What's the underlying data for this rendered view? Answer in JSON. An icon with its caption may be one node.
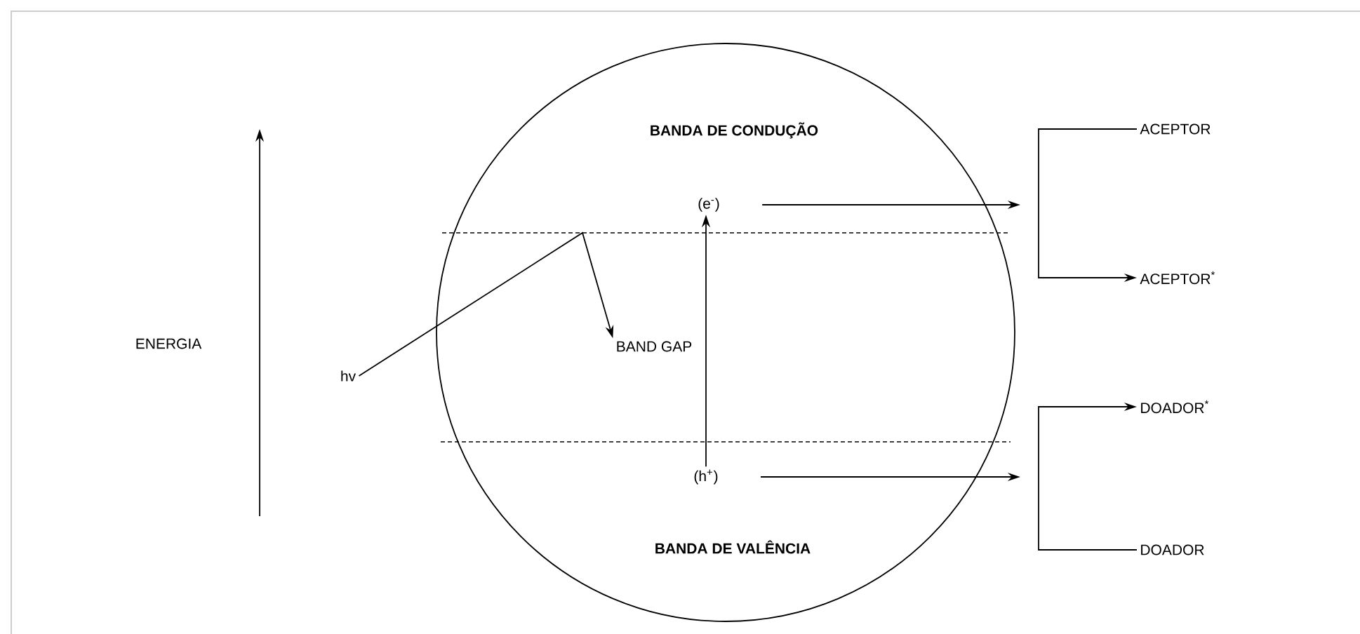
{
  "diagram": {
    "nodes": [
      {
        "text": [
          "BANDA DE CONDUÇÃO",
          "BANDA DE VALÊNCIA"
        ]
      },
      {
        "text": [
          "(e$^{-}$)"
        ],
        "in": 0
      },
      {
        "text": [
          "BAND GAP"
        ],
        "in": 0
      },
      {
        "text": [
          "(h$^{+}$)"
        ],
        "in": 0
      },
      {
        "text": [
          "hv"
        ]
      },
      {
        "text": [
          "ACEPTOR"
        ]
      },
      {
        "text": [
          "ACEPTOR$^{*}$"
        ]
      },
      {
        "text": [
          "DOADOR$^{*}$"
        ]
      },
      {
        "text": [
          "DOADOR"
        ]
      }
    ],
    "edges": [
      {
        "from": 4,
        "to": 2,
        "arrow": "to"
      },
      {
        "from": 3,
        "to": 1,
        "arrow": "to"
      },
      {
        "from": 1,
        "to": null,
        "arrow": "to"
      },
      {
        "from": 3,
        "to": null,
        "arrow": "to"
      },
      {
        "from": 5,
        "to": 6,
        "arrow": "to"
      },
      {
        "from": 8,
        "to": 7,
        "arrow": "to"
      }
    ],
    "labels": [
      "ENERGIA"
    ]
  }
}
